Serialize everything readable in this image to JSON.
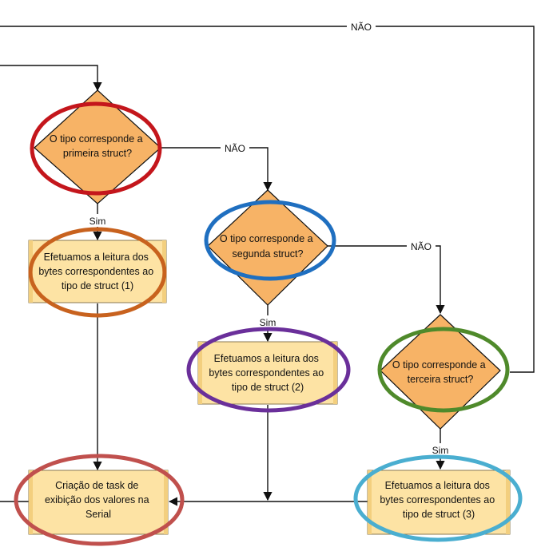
{
  "colors": {
    "diamond_fill": "#f7b366",
    "process_fill": "#fde3a4",
    "process_border": "#b8a06a",
    "line": "#111111",
    "highlight_red": "#c4161c",
    "highlight_blue": "#1f6fc0",
    "highlight_brown": "#c8621e",
    "highlight_purple": "#6a2f9a",
    "highlight_green": "#4f8a2b",
    "highlight_salmon": "#c0504d",
    "highlight_cyan": "#4aaed0"
  },
  "decisions": [
    {
      "id": "d1",
      "lines": [
        "O tipo corresponde a",
        "primeira struct?"
      ],
      "highlight": "highlight_red"
    },
    {
      "id": "d2",
      "lines": [
        "O tipo corresponde a",
        "segunda struct?"
      ],
      "highlight": "highlight_blue"
    },
    {
      "id": "d3",
      "lines": [
        "O tipo corresponde a",
        "terceira struct?"
      ],
      "highlight": "highlight_green"
    }
  ],
  "processes": [
    {
      "id": "p1",
      "lines": [
        "Efetuamos a leitura dos",
        "bytes correspondentes ao",
        "tipo de struct (1)"
      ],
      "highlight": "highlight_brown"
    },
    {
      "id": "p2",
      "lines": [
        "Efetuamos a leitura dos",
        "bytes correspondentes ao",
        "tipo de struct (2)"
      ],
      "highlight": "highlight_purple"
    },
    {
      "id": "p3",
      "lines": [
        "Efetuamos a leitura dos",
        "bytes correspondentes ao",
        "tipo de struct (3)"
      ],
      "highlight": "highlight_cyan"
    },
    {
      "id": "p4",
      "lines": [
        "Criação de task de",
        "exibição dos valores na",
        "Serial"
      ],
      "highlight": "highlight_salmon"
    }
  ],
  "edge_labels": {
    "no_top": "NÃO",
    "no_1": "NÃO",
    "no_2": "NÃO",
    "yes_1": "Sim",
    "yes_2": "Sim",
    "yes_3": "Sim"
  }
}
